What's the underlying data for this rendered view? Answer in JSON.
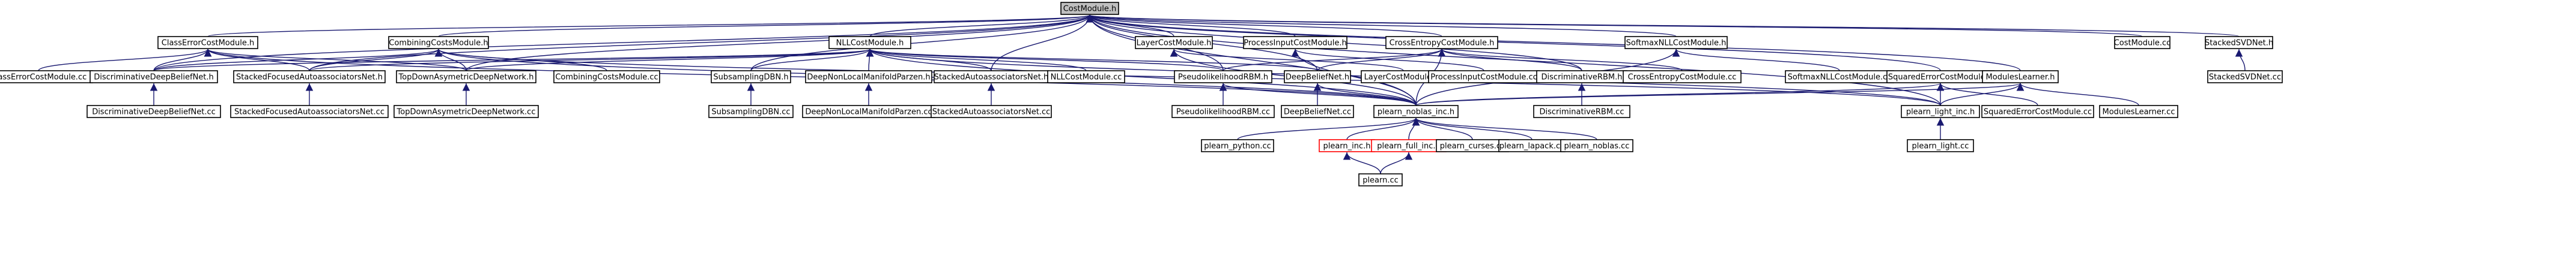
{
  "graph": {
    "edge_color": "#191970",
    "root_fill": "#bfbfbf",
    "warn_stroke": "#ff0000",
    "nodes": [
      {
        "id": "costmodule_h",
        "label": "CostModule.h",
        "kind": "root"
      },
      {
        "id": "classerrorcostmodule_h",
        "label": "ClassErrorCostModule.h"
      },
      {
        "id": "combiningcostsmodule_h",
        "label": "CombiningCostsModule.h"
      },
      {
        "id": "nllcostmodule_h",
        "label": "NLLCostModule.h"
      },
      {
        "id": "layercostmodule_h",
        "label": "LayerCostModule.h"
      },
      {
        "id": "processinputcostmodule_h",
        "label": "ProcessInputCostModule.h"
      },
      {
        "id": "crossentropycostmodule_h",
        "label": "CrossEntropyCostModule.h"
      },
      {
        "id": "softmaxnllcostmodule_h",
        "label": "SoftmaxNLLCostModule.h"
      },
      {
        "id": "costmodule_cc",
        "label": "CostModule.cc"
      },
      {
        "id": "stackedsvdnet_h",
        "label": "StackedSVDNet.h"
      },
      {
        "id": "classerrorcostmodule_cc",
        "label": "ClassErrorCostModule.cc"
      },
      {
        "id": "discriminativedeepbeliefnet_h",
        "label": "DiscriminativeDeepBeliefNet.h"
      },
      {
        "id": "stackedfocusedautoassociatorsnet_h",
        "label": "StackedFocusedAutoassociatorsNet.h"
      },
      {
        "id": "topdownasymetricdeepnetwork_h",
        "label": "TopDownAsymetricDeepNetwork.h"
      },
      {
        "id": "combiningcostsmodule_cc",
        "label": "CombiningCostsModule.cc"
      },
      {
        "id": "subsamplingdbn_h",
        "label": "SubsamplingDBN.h"
      },
      {
        "id": "deepnonlocalmanifoldparzen_h",
        "label": "DeepNonLocalManifoldParzen.h"
      },
      {
        "id": "stackedautoassociatorsnet_h",
        "label": "StackedAutoassociatorsNet.h"
      },
      {
        "id": "nllcostmodule_cc",
        "label": "NLLCostModule.cc"
      },
      {
        "id": "pseudolikelihoodrbm_h",
        "label": "PseudolikelihoodRBM.h"
      },
      {
        "id": "deepbeliefnet_h",
        "label": "DeepBeliefNet.h"
      },
      {
        "id": "layercostmodule_cc",
        "label": "LayerCostModule.cc"
      },
      {
        "id": "processinputcostmodule_cc",
        "label": "ProcessInputCostModule.cc"
      },
      {
        "id": "discriminativerbm_h",
        "label": "DiscriminativeRBM.h"
      },
      {
        "id": "crossentropycostmodule_cc",
        "label": "CrossEntropyCostModule.cc"
      },
      {
        "id": "softmaxnllcostmodule_cc",
        "label": "SoftmaxNLLCostModule.cc"
      },
      {
        "id": "squarederrorcostmodule_h",
        "label": "SquaredErrorCostModule.h"
      },
      {
        "id": "moduleslearner_h",
        "label": "ModulesLearner.h"
      },
      {
        "id": "stackedsvdnet_cc",
        "label": "StackedSVDNet.cc"
      },
      {
        "id": "discriminativedeepbeliefnet_cc",
        "label": "DiscriminativeDeepBeliefNet.cc"
      },
      {
        "id": "stackedfocusedautoassociatorsnet_cc",
        "label": "StackedFocusedAutoassociatorsNet.cc"
      },
      {
        "id": "topdownasymetricdeepnetwork_cc",
        "label": "TopDownAsymetricDeepNetwork.cc"
      },
      {
        "id": "subsamplingdbn_cc",
        "label": "SubsamplingDBN.cc"
      },
      {
        "id": "deepnonlocalmanifoldparzen_cc",
        "label": "DeepNonLocalManifoldParzen.cc"
      },
      {
        "id": "stackedautoassociatorsnet_cc",
        "label": "StackedAutoassociatorsNet.cc"
      },
      {
        "id": "pseudolikelihoodrbm_cc",
        "label": "PseudolikelihoodRBM.cc"
      },
      {
        "id": "deepbeliefnet_cc",
        "label": "DeepBeliefNet.cc"
      },
      {
        "id": "plearn_noblas_inc_h",
        "label": "plearn_noblas_inc.h"
      },
      {
        "id": "discriminativerbm_cc",
        "label": "DiscriminativeRBM.cc"
      },
      {
        "id": "plearn_light_inc_h",
        "label": "plearn_light_inc.h"
      },
      {
        "id": "squarederrorcostmodule_cc",
        "label": "SquaredErrorCostModule.cc"
      },
      {
        "id": "moduleslearner_cc",
        "label": "ModulesLearner.cc"
      },
      {
        "id": "plearn_python_cc",
        "label": "plearn_python.cc"
      },
      {
        "id": "plearn_inc_h",
        "label": "plearn_inc.h",
        "kind": "warn"
      },
      {
        "id": "plearn_full_inc_h",
        "label": "plearn_full_inc.h",
        "kind": "warn"
      },
      {
        "id": "plearn_curses_cc",
        "label": "plearn_curses.cc"
      },
      {
        "id": "plearn_lapack_cc",
        "label": "plearn_lapack.cc"
      },
      {
        "id": "plearn_noblas_cc",
        "label": "plearn_noblas.cc"
      },
      {
        "id": "plearn_light_cc",
        "label": "plearn_light.cc"
      },
      {
        "id": "plearn_cc",
        "label": "plearn.cc"
      }
    ],
    "edges": [
      [
        "costmodule_h",
        "classerrorcostmodule_h"
      ],
      [
        "costmodule_h",
        "combiningcostsmodule_h"
      ],
      [
        "costmodule_h",
        "nllcostmodule_h"
      ],
      [
        "costmodule_h",
        "layercostmodule_h"
      ],
      [
        "costmodule_h",
        "processinputcostmodule_h"
      ],
      [
        "costmodule_h",
        "crossentropycostmodule_h"
      ],
      [
        "costmodule_h",
        "softmaxnllcostmodule_h"
      ],
      [
        "costmodule_h",
        "costmodule_cc"
      ],
      [
        "costmodule_h",
        "stackedsvdnet_h"
      ],
      [
        "costmodule_h",
        "squarederrorcostmodule_h"
      ],
      [
        "costmodule_h",
        "moduleslearner_h"
      ],
      [
        "costmodule_h",
        "discriminativedeepbeliefnet_h"
      ],
      [
        "costmodule_h",
        "stackedfocusedautoassociatorsnet_h"
      ],
      [
        "costmodule_h",
        "topdownasymetricdeepnetwork_h"
      ],
      [
        "costmodule_h",
        "subsamplingdbn_h"
      ],
      [
        "costmodule_h",
        "stackedautoassociatorsnet_h"
      ],
      [
        "costmodule_h",
        "pseudolikelihoodrbm_h"
      ],
      [
        "costmodule_h",
        "deepbeliefnet_h"
      ],
      [
        "costmodule_h",
        "plearn_noblas_inc_h"
      ],
      [
        "costmodule_h",
        "discriminativerbm_h"
      ],
      [
        "costmodule_h",
        "plearn_light_inc_h"
      ],
      [
        "classerrorcostmodule_h",
        "classerrorcostmodule_cc"
      ],
      [
        "classerrorcostmodule_h",
        "discriminativedeepbeliefnet_h"
      ],
      [
        "classerrorcostmodule_h",
        "stackedfocusedautoassociatorsnet_h"
      ],
      [
        "classerrorcostmodule_h",
        "topdownasymetricdeepnetwork_h"
      ],
      [
        "classerrorcostmodule_h",
        "plearn_noblas_inc_h"
      ],
      [
        "combiningcostsmodule_h",
        "combiningcostsmodule_cc"
      ],
      [
        "combiningcostsmodule_h",
        "discriminativedeepbeliefnet_h"
      ],
      [
        "combiningcostsmodule_h",
        "stackedfocusedautoassociatorsnet_h"
      ],
      [
        "combiningcostsmodule_h",
        "topdownasymetricdeepnetwork_h"
      ],
      [
        "combiningcostsmodule_h",
        "plearn_noblas_inc_h"
      ],
      [
        "combiningcostsmodule_h",
        "plearn_light_inc_h"
      ],
      [
        "nllcostmodule_h",
        "nllcostmodule_cc"
      ],
      [
        "nllcostmodule_h",
        "discriminativedeepbeliefnet_h"
      ],
      [
        "nllcostmodule_h",
        "stackedfocusedautoassociatorsnet_h"
      ],
      [
        "nllcostmodule_h",
        "topdownasymetricdeepnetwork_h"
      ],
      [
        "nllcostmodule_h",
        "subsamplingdbn_h"
      ],
      [
        "nllcostmodule_h",
        "deepnonlocalmanifoldparzen_h"
      ],
      [
        "nllcostmodule_h",
        "stackedautoassociatorsnet_h"
      ],
      [
        "nllcostmodule_h",
        "pseudolikelihoodrbm_h"
      ],
      [
        "nllcostmodule_h",
        "deepbeliefnet_h"
      ],
      [
        "nllcostmodule_h",
        "plearn_noblas_inc_h"
      ],
      [
        "nllcostmodule_h",
        "plearn_light_inc_h"
      ],
      [
        "layercostmodule_h",
        "layercostmodule_cc"
      ],
      [
        "layercostmodule_h",
        "plearn_noblas_inc_h"
      ],
      [
        "processinputcostmodule_h",
        "processinputcostmodule_cc"
      ],
      [
        "processinputcostmodule_h",
        "plearn_noblas_inc_h"
      ],
      [
        "crossentropycostmodule_h",
        "crossentropycostmodule_cc"
      ],
      [
        "crossentropycostmodule_h",
        "pseudolikelihoodrbm_h"
      ],
      [
        "crossentropycostmodule_h",
        "deepbeliefnet_h"
      ],
      [
        "crossentropycostmodule_h",
        "discriminativerbm_h"
      ],
      [
        "crossentropycostmodule_h",
        "plearn_noblas_inc_h"
      ],
      [
        "softmaxnllcostmodule_h",
        "softmaxnllcostmodule_cc"
      ],
      [
        "softmaxnllcostmodule_h",
        "plearn_noblas_inc_h"
      ],
      [
        "stackedsvdnet_h",
        "stackedsvdnet_cc"
      ],
      [
        "discriminativedeepbeliefnet_h",
        "discriminativedeepbeliefnet_cc"
      ],
      [
        "stackedfocusedautoassociatorsnet_h",
        "stackedfocusedautoassociatorsnet_cc"
      ],
      [
        "topdownasymetricdeepnetwork_h",
        "topdownasymetricdeepnetwork_cc"
      ],
      [
        "subsamplingdbn_h",
        "subsamplingdbn_cc"
      ],
      [
        "deepnonlocalmanifoldparzen_h",
        "deepnonlocalmanifoldparzen_cc"
      ],
      [
        "stackedautoassociatorsnet_h",
        "stackedautoassociatorsnet_cc"
      ],
      [
        "pseudolikelihoodrbm_h",
        "pseudolikelihoodrbm_cc"
      ],
      [
        "pseudolikelihoodrbm_h",
        "plearn_noblas_inc_h"
      ],
      [
        "deepbeliefnet_h",
        "deepbeliefnet_cc"
      ],
      [
        "deepbeliefnet_h",
        "plearn_noblas_inc_h"
      ],
      [
        "discriminativerbm_h",
        "discriminativerbm_cc"
      ],
      [
        "squarederrorcostmodule_h",
        "squarederrorcostmodule_cc"
      ],
      [
        "squarederrorcostmodule_h",
        "plearn_noblas_inc_h"
      ],
      [
        "squarederrorcostmodule_h",
        "plearn_light_inc_h"
      ],
      [
        "moduleslearner_h",
        "moduleslearner_cc"
      ],
      [
        "moduleslearner_h",
        "plearn_noblas_inc_h"
      ],
      [
        "moduleslearner_h",
        "plearn_light_inc_h"
      ],
      [
        "plearn_noblas_inc_h",
        "plearn_python_cc"
      ],
      [
        "plearn_noblas_inc_h",
        "plearn_inc_h"
      ],
      [
        "plearn_noblas_inc_h",
        "plearn_full_inc_h"
      ],
      [
        "plearn_noblas_inc_h",
        "plearn_curses_cc"
      ],
      [
        "plearn_noblas_inc_h",
        "plearn_lapack_cc"
      ],
      [
        "plearn_noblas_inc_h",
        "plearn_noblas_cc"
      ],
      [
        "plearn_light_inc_h",
        "plearn_light_cc"
      ],
      [
        "plearn_inc_h",
        "plearn_cc"
      ],
      [
        "plearn_full_inc_h",
        "plearn_cc"
      ]
    ]
  }
}
